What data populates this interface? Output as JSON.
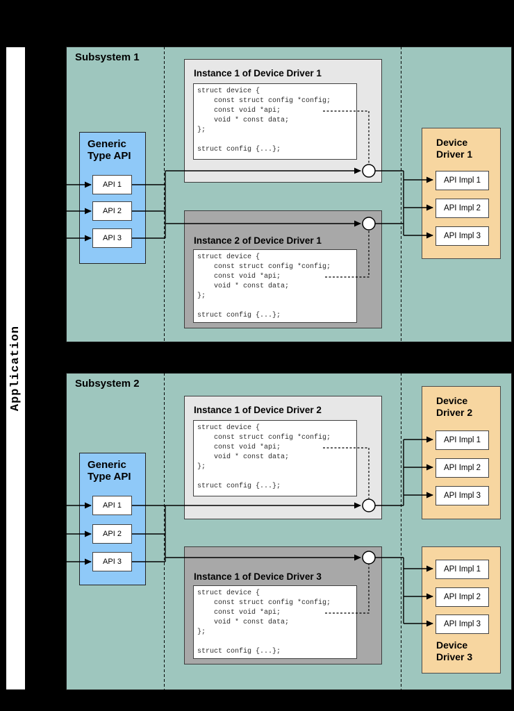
{
  "colors": {
    "background": "#000000",
    "subsystem_fill": "#9EC6BE",
    "generic_api_fill": "#8FC9F8",
    "instance_light_fill": "#E7E7E7",
    "instance_dark_fill": "#A8A8A8",
    "driver_fill": "#F7D6A0",
    "box_fill": "#FFFFFF",
    "line_color": "#000000"
  },
  "application_bar": {
    "label": "Application"
  },
  "subsystems": [
    {
      "label": "Subsystem 1",
      "generic_api": {
        "title": "Generic\nType API",
        "apis": [
          "API 1",
          "API 2",
          "API 3"
        ]
      },
      "instances": [
        {
          "title": "Instance 1 of Device Driver 1",
          "shade": "light",
          "code": "struct device {\n    const struct config *config;\n    const void *api;\n    void * const data;\n};\n\nstruct config {...};"
        },
        {
          "title": "Instance 2 of Device Driver 1",
          "shade": "dark",
          "code": "struct device {\n    const struct config *config;\n    const void *api;\n    void * const data;\n};\n\nstruct config {...};"
        }
      ],
      "drivers": [
        {
          "title": "Device\nDriver 1",
          "label_position": "top",
          "impls": [
            "API Impl 1",
            "API Impl 2",
            "API Impl 3"
          ]
        }
      ]
    },
    {
      "label": "Subsystem 2",
      "generic_api": {
        "title": "Generic\nType API",
        "apis": [
          "API 1",
          "API 2",
          "API 3"
        ]
      },
      "instances": [
        {
          "title": "Instance 1 of Device Driver 2",
          "shade": "light",
          "code": "struct device {\n    const struct config *config;\n    const void *api;\n    void * const data;\n};\n\nstruct config {...};"
        },
        {
          "title": "Instance 1 of Device Driver 3",
          "shade": "dark",
          "code": "struct device {\n    const struct config *config;\n    const void *api;\n    void * const data;\n};\n\nstruct config {...};"
        }
      ],
      "drivers": [
        {
          "title": "Device\nDriver 2",
          "label_position": "top",
          "impls": [
            "API Impl 1",
            "API Impl 2",
            "API Impl 3"
          ]
        },
        {
          "title": "Device\nDriver 3",
          "label_position": "bottom",
          "impls": [
            "API Impl 1",
            "API Impl 2",
            "API Impl 3"
          ]
        }
      ]
    }
  ]
}
